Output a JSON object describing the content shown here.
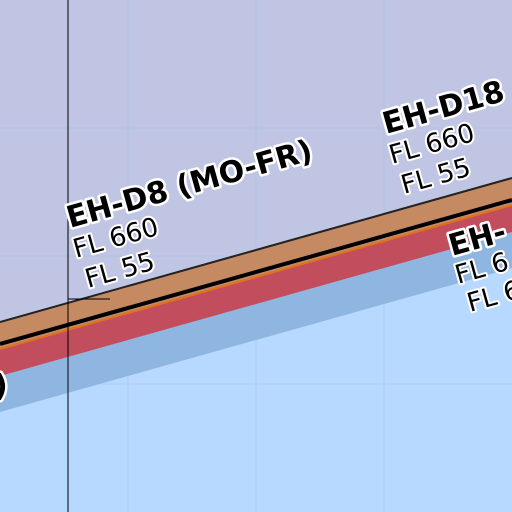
{
  "map": {
    "colors": {
      "restricted_area": "#bfc5e3",
      "lower_area": "#b7d8ff",
      "band_shadow": "#8fb6e0",
      "band_red": "#c8414f",
      "band_brown": "#c58a62",
      "border_line": "#000000"
    },
    "areas": [
      {
        "title": "EH-D8 (MO-FR)",
        "upper": "FL 660",
        "lower": "FL 55"
      },
      {
        "title": "EH-D18",
        "upper": "FL 660",
        "lower": "FL 55"
      },
      {
        "title": "EH-",
        "upper": "FL 6",
        "lower": "FL 6"
      }
    ],
    "partial_left_label": ")"
  }
}
